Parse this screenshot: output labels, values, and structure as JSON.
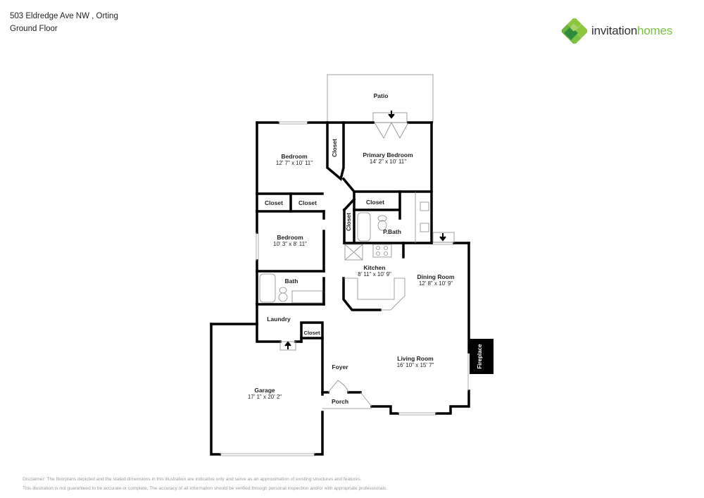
{
  "header": {
    "address": "503 Eldredge Ave NW , Orting",
    "floor": "Ground Floor"
  },
  "logo": {
    "icon": "clover-house-logo-icon",
    "text_dark": "invitation",
    "text_green": "homes",
    "colors": {
      "dark": "#333333",
      "green": "#7cc242",
      "deep_green": "#2e8b3a"
    }
  },
  "rooms": {
    "patio": {
      "name": "Patio"
    },
    "bedroom1": {
      "name": "Bedroom",
      "dims": "12' 7\" x 10' 11\""
    },
    "closet_hall": {
      "name": "Closet"
    },
    "primary_bedroom": {
      "name": "Primary Bedroom",
      "dims": "14' 2\" x 10' 11\""
    },
    "closet_b1": {
      "name": "Closet"
    },
    "closet_b2": {
      "name": "Closet"
    },
    "closet_mid": {
      "name": "Closet"
    },
    "closet_pbath": {
      "name": "Closet"
    },
    "pbath": {
      "name": "P.Bath"
    },
    "bedroom2": {
      "name": "Bedroom",
      "dims": "10' 3\" x 8' 11\""
    },
    "bath": {
      "name": "Bath"
    },
    "kitchen": {
      "name": "Kitchen",
      "dims": "8' 11\" x 10' 9\""
    },
    "dining": {
      "name": "Dining Room",
      "dims": "12' 8\" x 10' 9\""
    },
    "laundry": {
      "name": "Laundry"
    },
    "closet_laundry": {
      "name": "Closet"
    },
    "garage": {
      "name": "Garage",
      "dims": "17' 1\" x 20' 2\""
    },
    "foyer": {
      "name": "Foyer"
    },
    "living": {
      "name": "Living Room",
      "dims": "16' 10\" x 15' 7\""
    },
    "porch": {
      "name": "Porch"
    },
    "fireplace": {
      "name": "Fireplace"
    }
  },
  "disclaimer": {
    "line1": "Disclaimer: The floorplans depicted and the stated dimensions in this illustration are indicative only and serve as an approximation of existing structures and features.",
    "line2": "This illustration is not guaranteed to be accurate or complete. The accuracy of all information should be verified through personal inspection and/or with appropriate professionals."
  }
}
